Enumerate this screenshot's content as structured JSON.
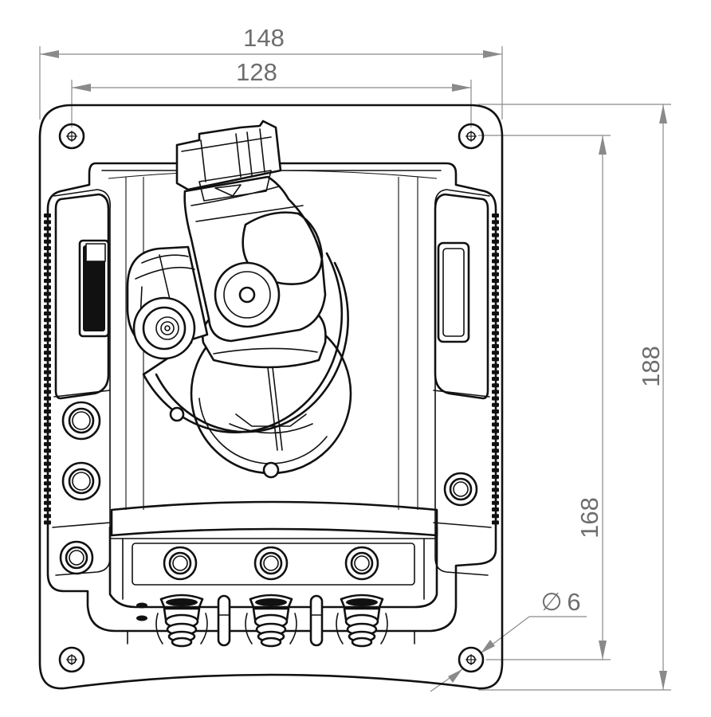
{
  "dimensions": {
    "overall_width": "148",
    "hole_spacing_horizontal": "128",
    "overall_height": "188",
    "hole_spacing_vertical": "168",
    "hole_diameter": "6",
    "diameter_symbol": "∅"
  },
  "colors": {
    "dimension": "#8a8a8a",
    "outline": "#111111",
    "background": "#ffffff"
  }
}
